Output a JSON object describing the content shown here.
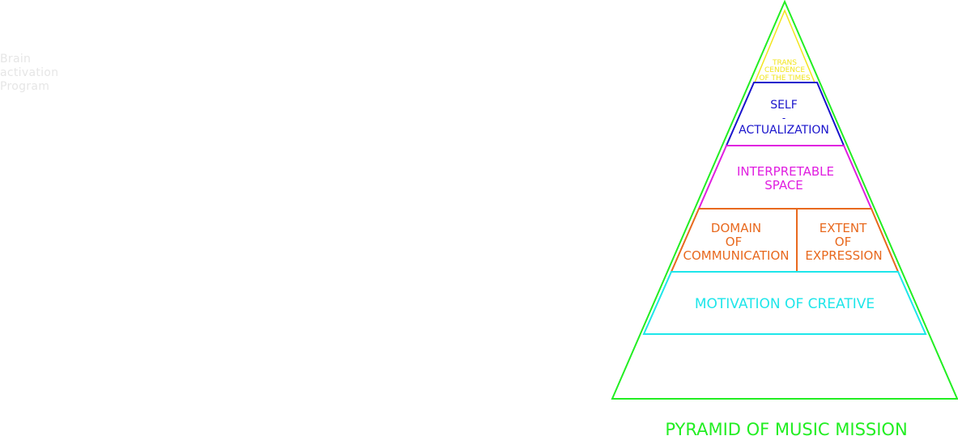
{
  "side_note": {
    "lines": [
      "Brain",
      "activation",
      "Program"
    ],
    "color": "#e6e6e6"
  },
  "pyramid": {
    "title": "PYRAMID OF MUSIC MISSION",
    "outline_color": "#22ee22",
    "levels": {
      "transcendence": {
        "lines": [
          "TRANS",
          "CENDENCE",
          "OF THE TIMES"
        ],
        "color": "#f2e51c"
      },
      "self_actualization": {
        "lines": [
          "SELF",
          "-",
          "ACTUALIZATION"
        ],
        "color": "#1a14cc"
      },
      "interpretable_space": {
        "lines": [
          "INTERPRETABLE",
          "SPACE"
        ],
        "color": "#e01ee0"
      },
      "domain_of_communication": {
        "lines": [
          "DOMAIN",
          "OF",
          "COMMUNICATION"
        ],
        "color": "#e8691e"
      },
      "extent_of_expression": {
        "lines": [
          "EXTENT",
          "OF",
          "EXPRESSION"
        ],
        "color": "#e8691e"
      },
      "motivation_of_creative": {
        "lines": [
          "MOTIVATION OF CREATIVE"
        ],
        "color": "#1ee6ea"
      }
    }
  }
}
